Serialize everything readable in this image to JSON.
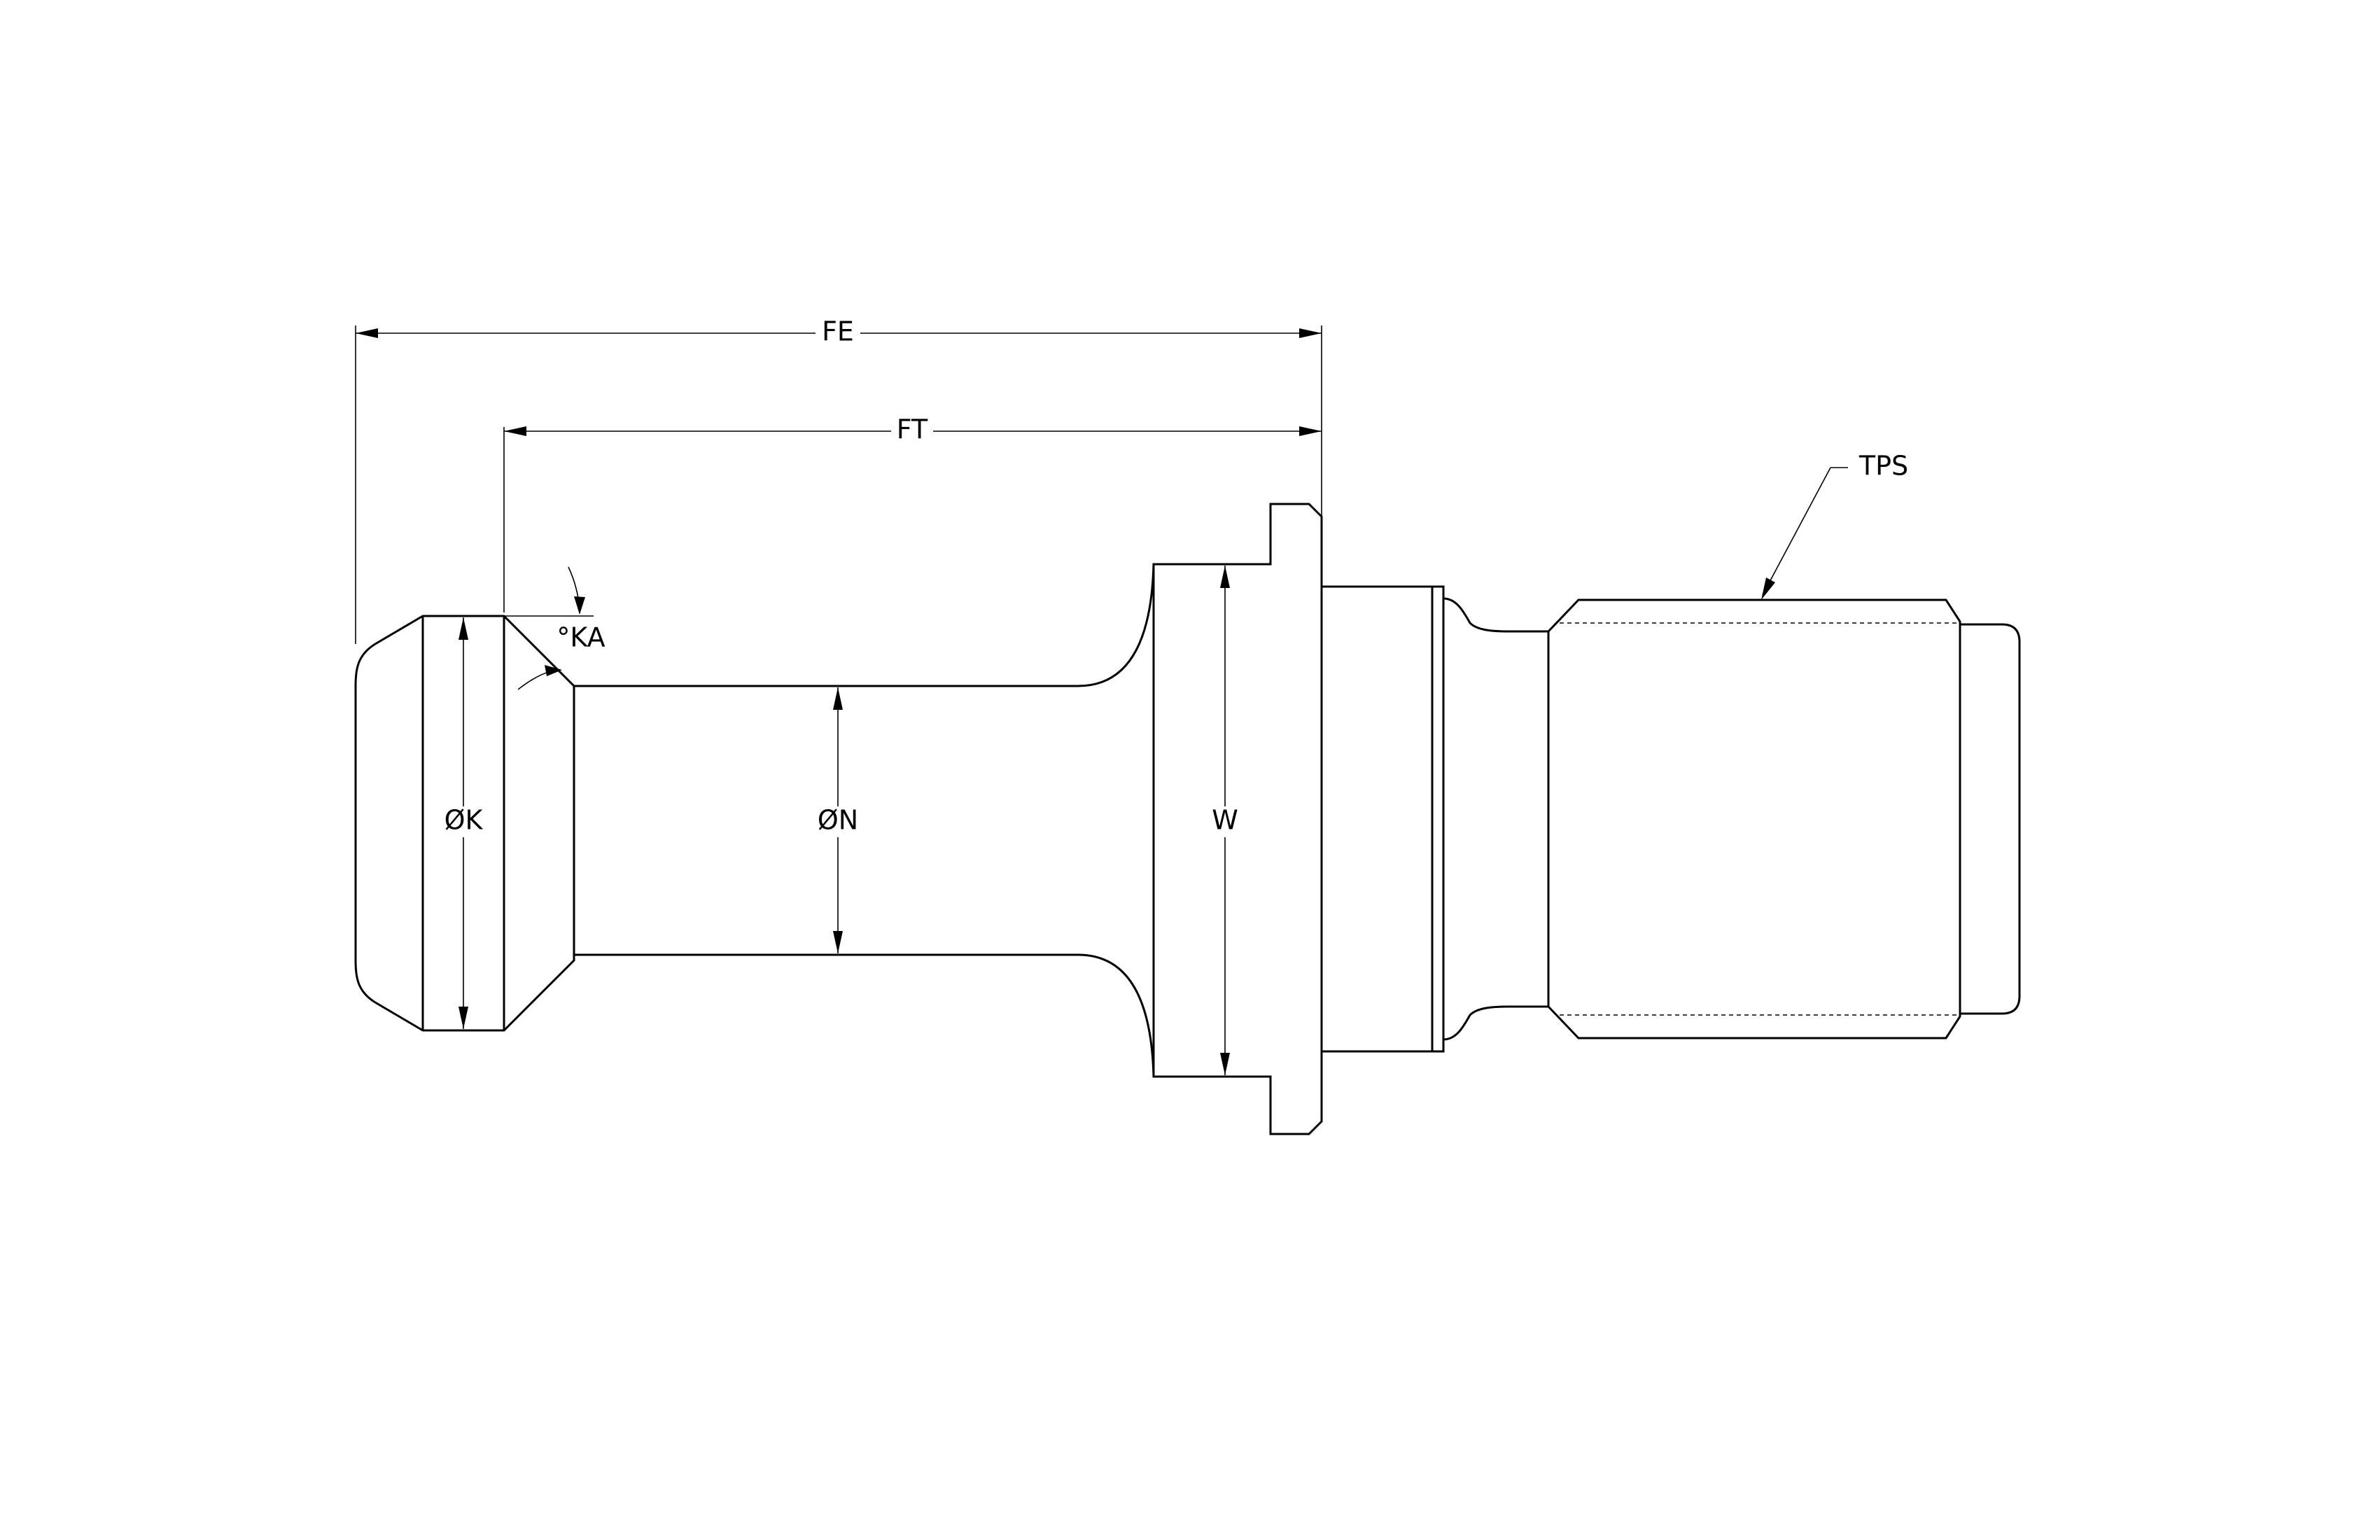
{
  "diagram": {
    "labels": {
      "fe": "FE",
      "ft": "FT",
      "tps": "TPS",
      "ka": "°KA",
      "k": "ØK",
      "n": "ØN",
      "w": "W"
    }
  }
}
